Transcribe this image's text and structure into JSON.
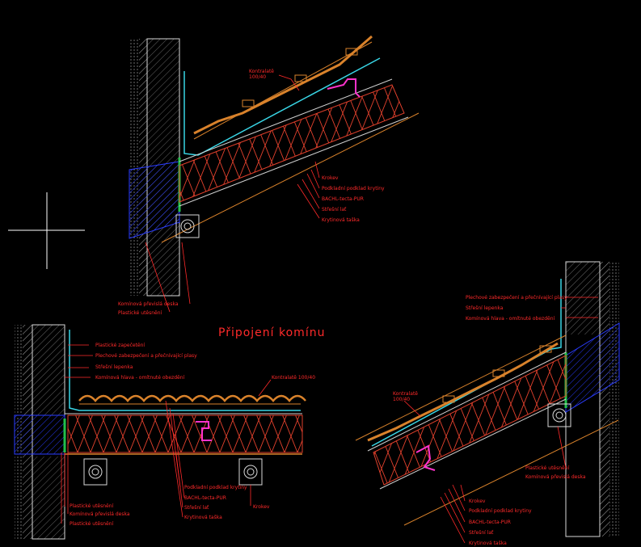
{
  "title": "Připojení komínu",
  "colors": {
    "background": "#000000",
    "annotation": "#ff2a2a",
    "roofing": "#d9822b",
    "membrane": "#39d6e6",
    "insulation": "#e0402c",
    "seal": "#22c04a",
    "flashing": "#ff33cc",
    "masonry": "#1a2bd6",
    "wall": "#d9d9d9"
  },
  "detail_top": {
    "labels": {
      "kontralat": "Kontralatě",
      "kontralat_size": "100/40",
      "krokev": "Krokev",
      "podklad": "Podkladní podklad krytiny",
      "bachl": "BACHL-tecta-PUR",
      "strechni_lat": "Střešní lať",
      "tasky": "Krytinová taška",
      "previslo": "Komínová převislá deska",
      "utesneni": "Plastické utěsnění"
    }
  },
  "detail_left": {
    "labels": {
      "zapoceni": "Plastické zapečetění",
      "oplechovani": "Plechové zabezpečení a přečnívající plasy",
      "lepenka": "Střešní lepenka",
      "hlava": "Komínová hlava - omítnuté obezdění",
      "kontralat": "Kontralatě 100/40",
      "utesneni1": "Plastické utěsnění",
      "previslo": "Komínová převislá deska",
      "utesneni2": "Plastické utěsnění",
      "podklad": "Podkladní podklad krytiny",
      "bachl": "BACHL-tecta-PUR",
      "strechni_lat": "Střešní lať",
      "tasky": "Krytinová taška",
      "krokev": "Krokev"
    }
  },
  "detail_right": {
    "labels": {
      "oplechovani": "Plechové zabezpečení a přečnívající plasy",
      "lepenka": "Střešní lepenka",
      "hlava": "Komínová hlava - omítnuté obezdění",
      "kontralat": "Kontralatě",
      "kontralat_size": "100/40",
      "utesneni": "Plastické utěsnění",
      "previslo": "Komínová převislá deska",
      "krokev": "Krokev",
      "podklad": "Podkladní podklad krytiny",
      "bachl": "BACHL-tecta-PUR",
      "strechni_lat": "Střešní lať",
      "tasky": "Krytinová taška"
    }
  }
}
